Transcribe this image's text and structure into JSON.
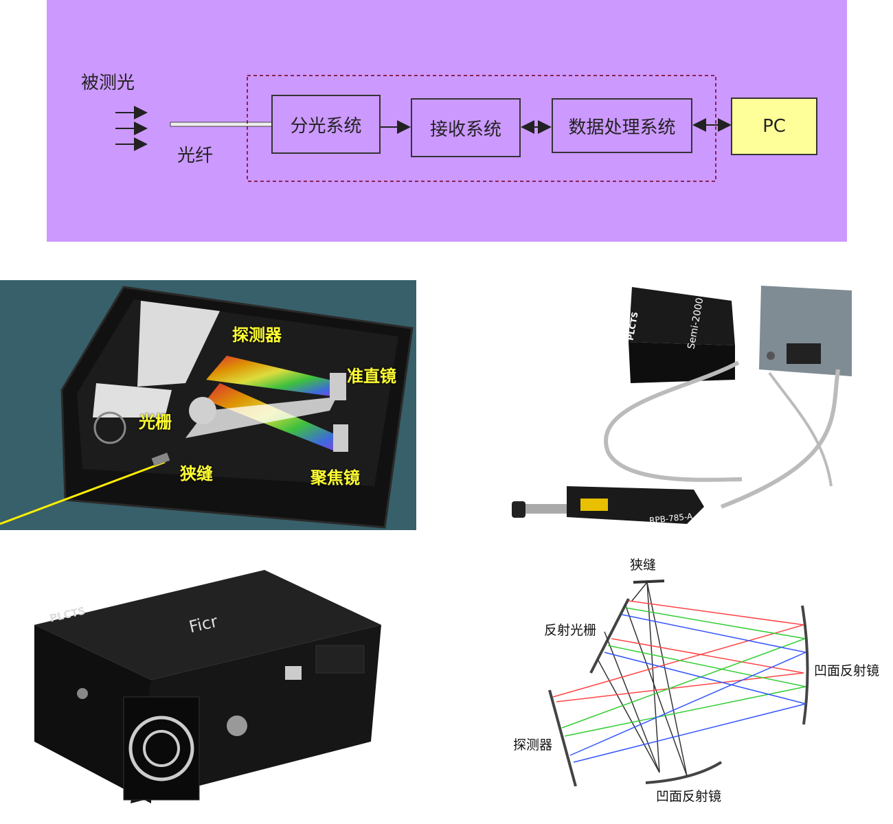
{
  "block_diagram": {
    "measured_light": "被测光",
    "fiber": "光纤",
    "splitter": "分光系统",
    "receiver": "接收系统",
    "processor": "数据处理系统",
    "pc": "PC",
    "colors": {
      "background": "#cc99ff",
      "pc_box": "#ffff99",
      "dashed_frame": "#8b2252"
    }
  },
  "cutaway_labels": {
    "detector": "探测器",
    "collimator": "准直镜",
    "grating": "光栅",
    "slit": "狭缝",
    "focusing_mirror": "聚焦镜"
  },
  "raman_device": {
    "brand": "PLCTS",
    "spectrometer_model": "Semi-2000",
    "probe_model": "RPB-785-A"
  },
  "spectrometer_device": {
    "brand": "PLCTS",
    "model": "Ficr"
  },
  "optics_labels": {
    "slit": "狭缝",
    "grating": "反射光栅",
    "mirror_right": "凹面反射镜",
    "detector": "探测器",
    "mirror_bottom": "凹面反射镜"
  }
}
